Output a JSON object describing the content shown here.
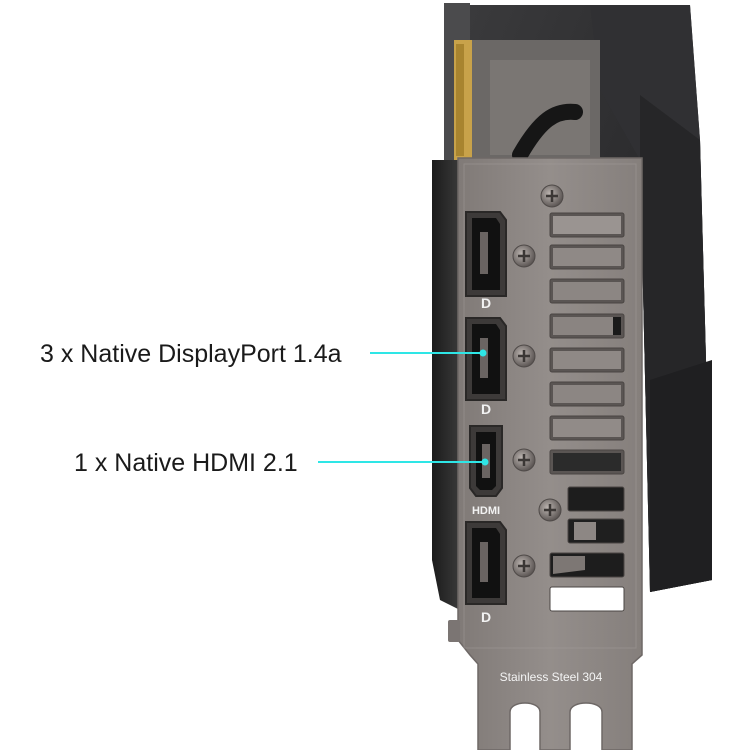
{
  "callouts": [
    {
      "text": "3 x Native DisplayPort 1.4a",
      "target": "displayport"
    },
    {
      "text": "1 x Native HDMI 2.1",
      "target": "hdmi"
    }
  ],
  "bracket": {
    "engraving": "Stainless Steel 304",
    "port_labels": {
      "dp": "D",
      "hdmi": "HDMI"
    }
  },
  "colors": {
    "callout_line": "#2ee6e6",
    "bracket_steel": "#8f8986",
    "shroud": "#2b2b2d",
    "background": "#ffffff"
  }
}
